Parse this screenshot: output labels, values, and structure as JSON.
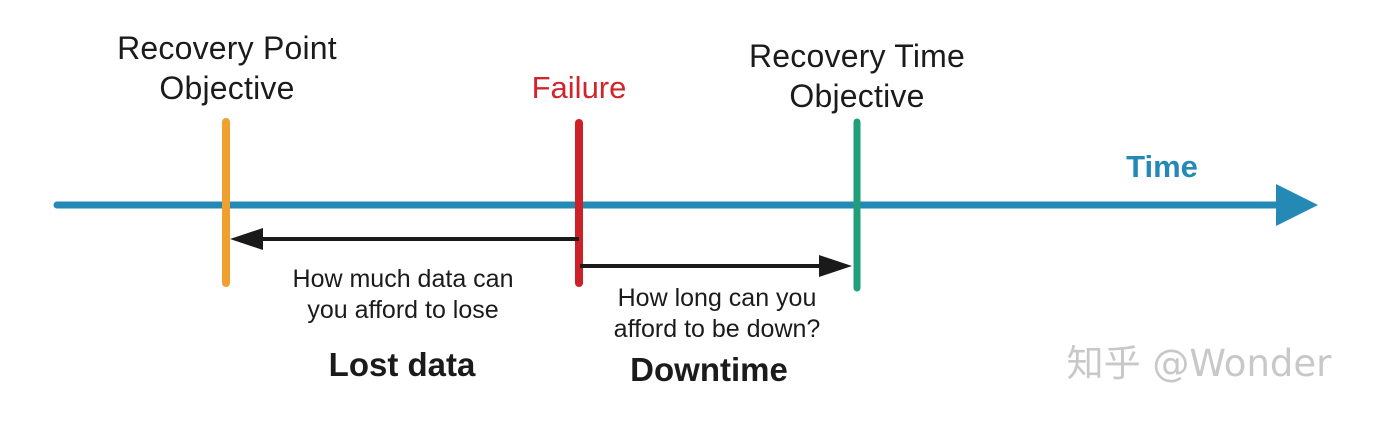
{
  "colors": {
    "timeline": "#2489B5",
    "rpo_marker": "#F0A02F",
    "failure_marker": "#CE2127",
    "rto_marker": "#219E79",
    "arrow_black": "#1A1A1A",
    "label_text": "#1B1B1B",
    "failure_text": "#D0252B",
    "time_text": "#2489B5",
    "watermark_text": "#C8C8C8"
  },
  "markers": {
    "rpo": {
      "label_line1": "Recovery Point",
      "label_line2": "Objective"
    },
    "failure": {
      "label": "Failure"
    },
    "rto": {
      "label_line1": "Recovery Time",
      "label_line2": "Objective"
    }
  },
  "timeline": {
    "label": "Time"
  },
  "spans": {
    "lost_data": {
      "question_line1": "How much data can",
      "question_line2": "you afford to lose",
      "label": "Lost data"
    },
    "downtime": {
      "question_line1": "How long can you",
      "question_line2": "afford to be down?",
      "label": "Downtime"
    }
  },
  "watermark": "知乎 @Wonder"
}
